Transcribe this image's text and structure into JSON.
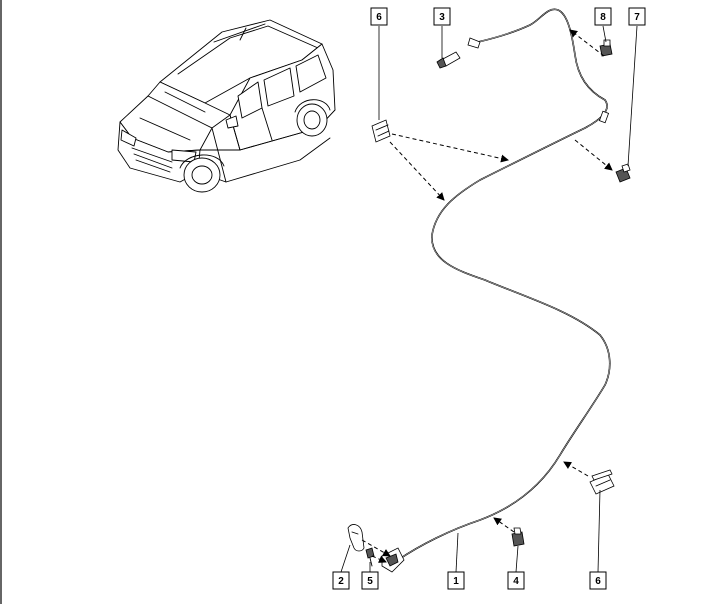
{
  "callouts": {
    "c1": "1",
    "c2": "2",
    "c3": "3",
    "c4": "4",
    "c5": "5",
    "c6_top": "6",
    "c6_bottom": "6",
    "c7": "7",
    "c8": "8"
  },
  "colors": {
    "line": "#000000",
    "background": "#ffffff"
  }
}
